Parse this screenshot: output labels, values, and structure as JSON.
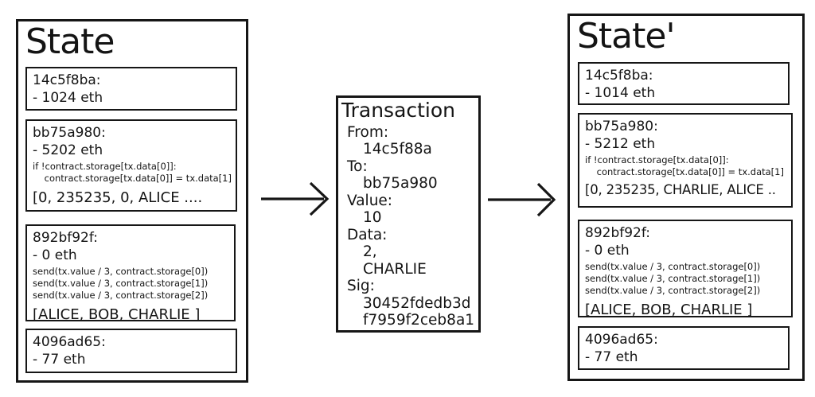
{
  "colors": {
    "line": "#161616",
    "background": "#ffffff"
  },
  "state_before": {
    "title": "State",
    "accounts": [
      {
        "address": "14c5f8ba:",
        "balance": "- 1024 eth"
      },
      {
        "address": "bb75a980:",
        "balance": "- 5202 eth",
        "code": [
          "if !contract.storage[tx.data[0]]:",
          "    contract.storage[tx.data[0]] = tx.data[1]"
        ],
        "storage": "[0, 235235, 0, ALICE ...."
      },
      {
        "address": "892bf92f:",
        "balance": "- 0 eth",
        "code": [
          "send(tx.value / 3, contract.storage[0])",
          "send(tx.value / 3, contract.storage[1])",
          "send(tx.value / 3, contract.storage[2])"
        ],
        "storage": "[ALICE, BOB, CHARLIE ]"
      },
      {
        "address": "4096ad65:",
        "balance": "- 77 eth"
      }
    ]
  },
  "transaction": {
    "title": "Transaction",
    "fields": [
      {
        "label": "From:",
        "values": [
          "14c5f88a"
        ]
      },
      {
        "label": "To:",
        "values": [
          "bb75a980"
        ]
      },
      {
        "label": "Value:",
        "values": [
          "10"
        ]
      },
      {
        "label": "Data:",
        "values": [
          "2,",
          "CHARLIE"
        ]
      },
      {
        "label": "Sig:",
        "values": [
          "30452fdedb3d",
          "f7959f2ceb8a1"
        ]
      }
    ]
  },
  "state_after": {
    "title": "State'",
    "accounts": [
      {
        "address": "14c5f8ba:",
        "balance": "- 1014 eth"
      },
      {
        "address": "bb75a980:",
        "balance": "- 5212 eth",
        "code": [
          "if !contract.storage[tx.data[0]]:",
          "    contract.storage[tx.data[0]] = tx.data[1]"
        ],
        "storage": "[0, 235235, CHARLIE, ALICE .."
      },
      {
        "address": "892bf92f:",
        "balance": "- 0 eth",
        "code": [
          "send(tx.value / 3, contract.storage[0])",
          "send(tx.value / 3, contract.storage[1])",
          "send(tx.value / 3, contract.storage[2])"
        ],
        "storage": "[ALICE, BOB, CHARLIE ]"
      },
      {
        "address": "4096ad65:",
        "balance": "- 77 eth"
      }
    ]
  }
}
